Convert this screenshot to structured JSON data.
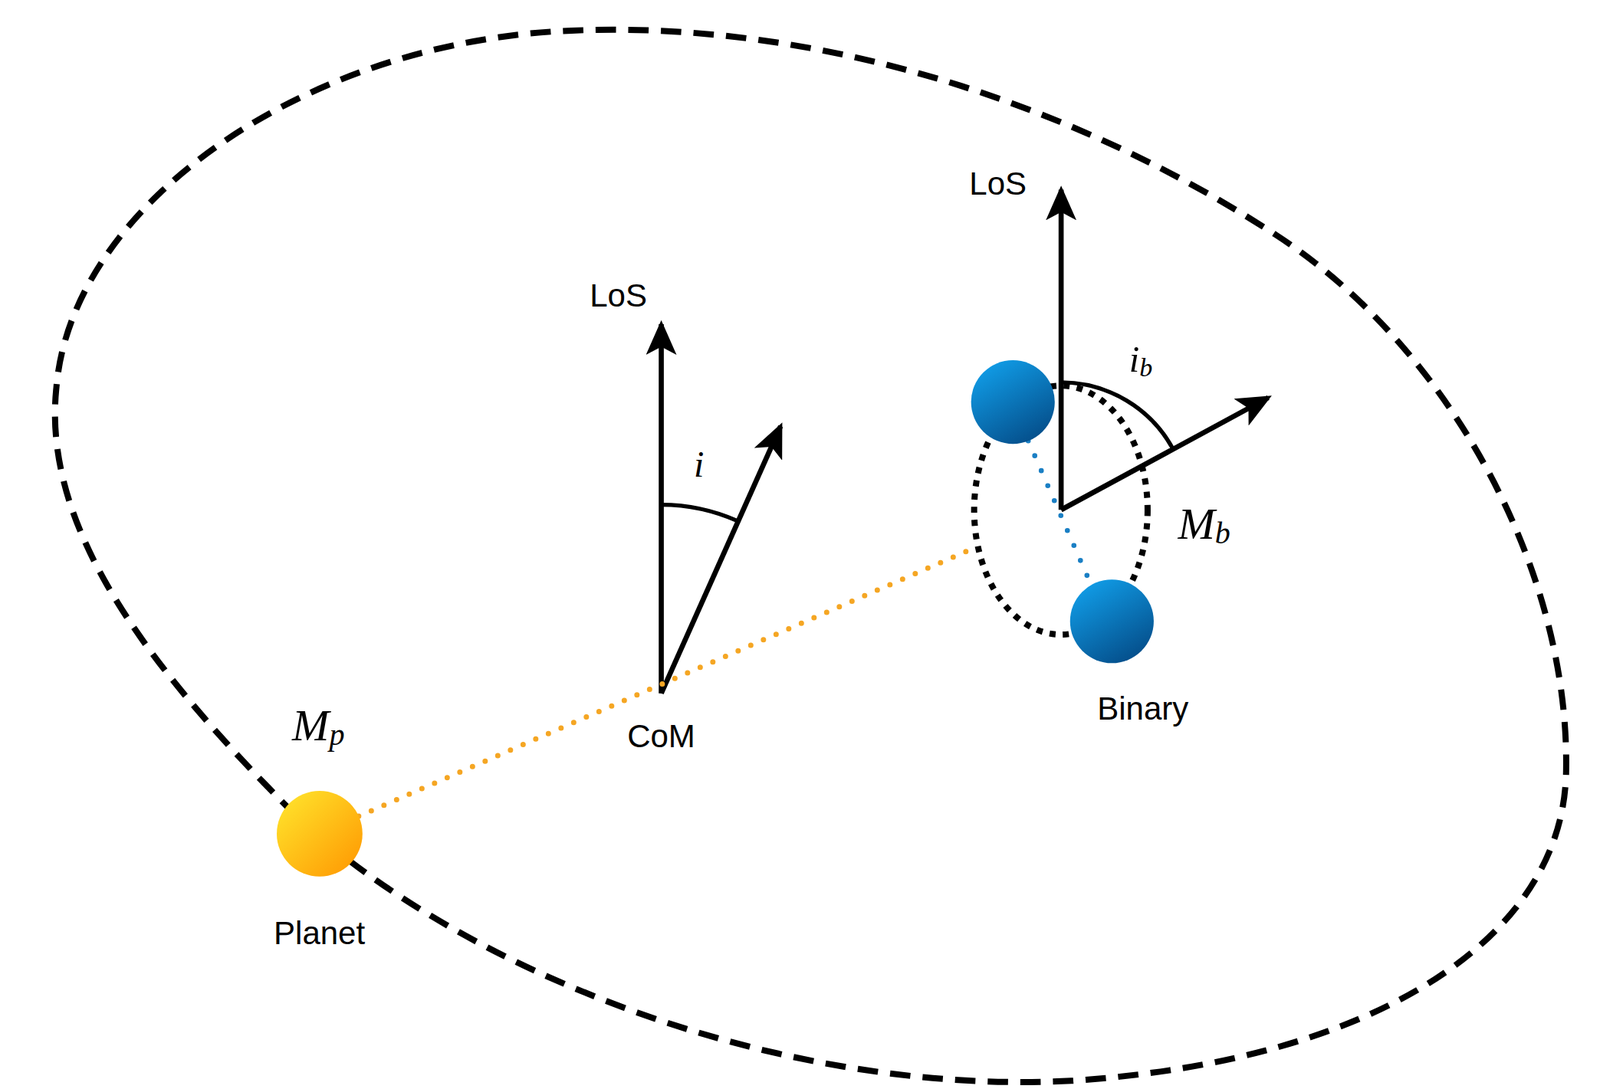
{
  "diagram": {
    "nodes": [
      {
        "text": [
          "Mb",
          "Binary"
        ]
      },
      {
        "text": [
          "Mp",
          "Planet"
        ]
      }
    ],
    "edges": [
      {
        "from": 1,
        "to": 0,
        "arrow": "none"
      }
    ],
    "labels": [
      "LoS",
      "LoS",
      "ib",
      "i",
      "CoM"
    ]
  }
}
